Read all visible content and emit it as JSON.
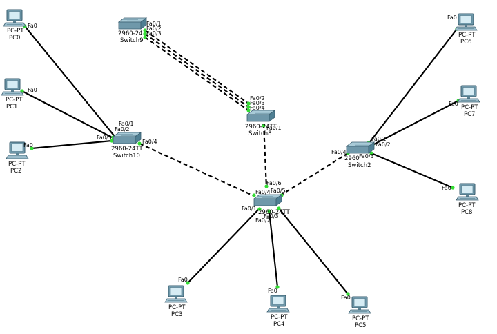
{
  "topology": {
    "pcs": [
      {
        "id": "PC0",
        "type": "PC-PT",
        "name": "PC0"
      },
      {
        "id": "PC1",
        "type": "PC-PT",
        "name": "PC1"
      },
      {
        "id": "PC2",
        "type": "PC-PT",
        "name": "PC2"
      },
      {
        "id": "PC3",
        "type": "PC-PT",
        "name": "PC3"
      },
      {
        "id": "PC4",
        "type": "PC-PT",
        "name": "PC4"
      },
      {
        "id": "PC5",
        "type": "PC-PT",
        "name": "PC5"
      },
      {
        "id": "PC6",
        "type": "PC-PT",
        "name": "PC6"
      },
      {
        "id": "PC7",
        "type": "PC-PT",
        "name": "PC7"
      },
      {
        "id": "PC8",
        "type": "PC-PT",
        "name": "PC8"
      }
    ],
    "switches": [
      {
        "id": "Switch9",
        "model": "2960-24",
        "name": "Switch9"
      },
      {
        "id": "Switch8",
        "model": "2960-24TT",
        "name": "Switch8"
      },
      {
        "id": "Switch10",
        "model": "2960-24TT",
        "name": "Switch10"
      },
      {
        "id": "Switch2",
        "model": "2960",
        "name": "Switch2"
      },
      {
        "id": "SwitchC",
        "model": "2960-24TT",
        "name": ""
      }
    ],
    "port_labels": {
      "pc_fa0": "Fa0",
      "sw10_p1": "Fa0/1",
      "sw10_p2": "Fa0/2",
      "sw10_p3": "Fa0/3",
      "sw10_p4": "Fa0/4",
      "sw9_p1": "Fa0/1",
      "sw9_p2": "Fa0/2",
      "sw9_p3": "Fa0/3",
      "sw8_p2": "Fa0/2",
      "sw8_p3": "Fa0/3",
      "sw8_p4": "Fa0/4",
      "sw8_p1": "Fa0/1",
      "sw2_p1": "Fa0/1",
      "sw2_p2": "Fa0/2",
      "sw2_p3": "Fa0/3",
      "sw2_p4": "Fa0/4",
      "swc_p6": "Fa0/6",
      "swc_p4": "Fa0/4",
      "swc_p5": "Fa0/5",
      "swc_p1": "Fa0/1",
      "swc_p2": "Fa0/2",
      "swc_p3": "Fa0/3"
    },
    "colors": {
      "link": "#000000",
      "port_up": "#33dd33",
      "switch_top": "#8fb8c8",
      "switch_side": "#4f7f93",
      "pc_body": "#7aa3b5"
    }
  }
}
